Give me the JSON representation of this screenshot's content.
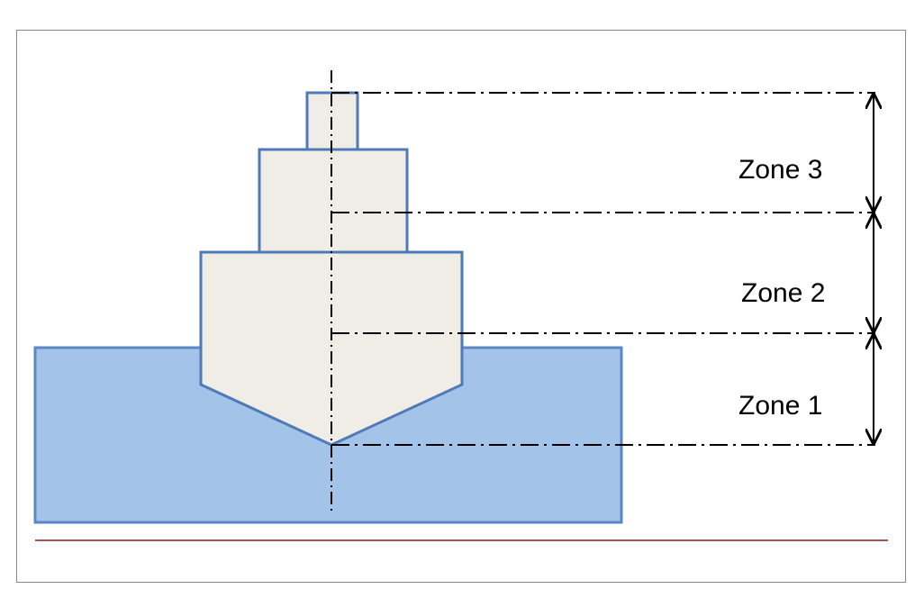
{
  "colors": {
    "water": "#a3c3e8",
    "water_stroke": "#5b87c2",
    "hull_fill": "#f0ede6",
    "hull_stroke": "#4f7ab8",
    "dash_line": "#000000",
    "baseline": "#8b1a1a",
    "frame": "#8a8a8a"
  },
  "zones": [
    {
      "label": "Zone 3"
    },
    {
      "label": "Zone 2"
    },
    {
      "label": "Zone 1"
    }
  ]
}
